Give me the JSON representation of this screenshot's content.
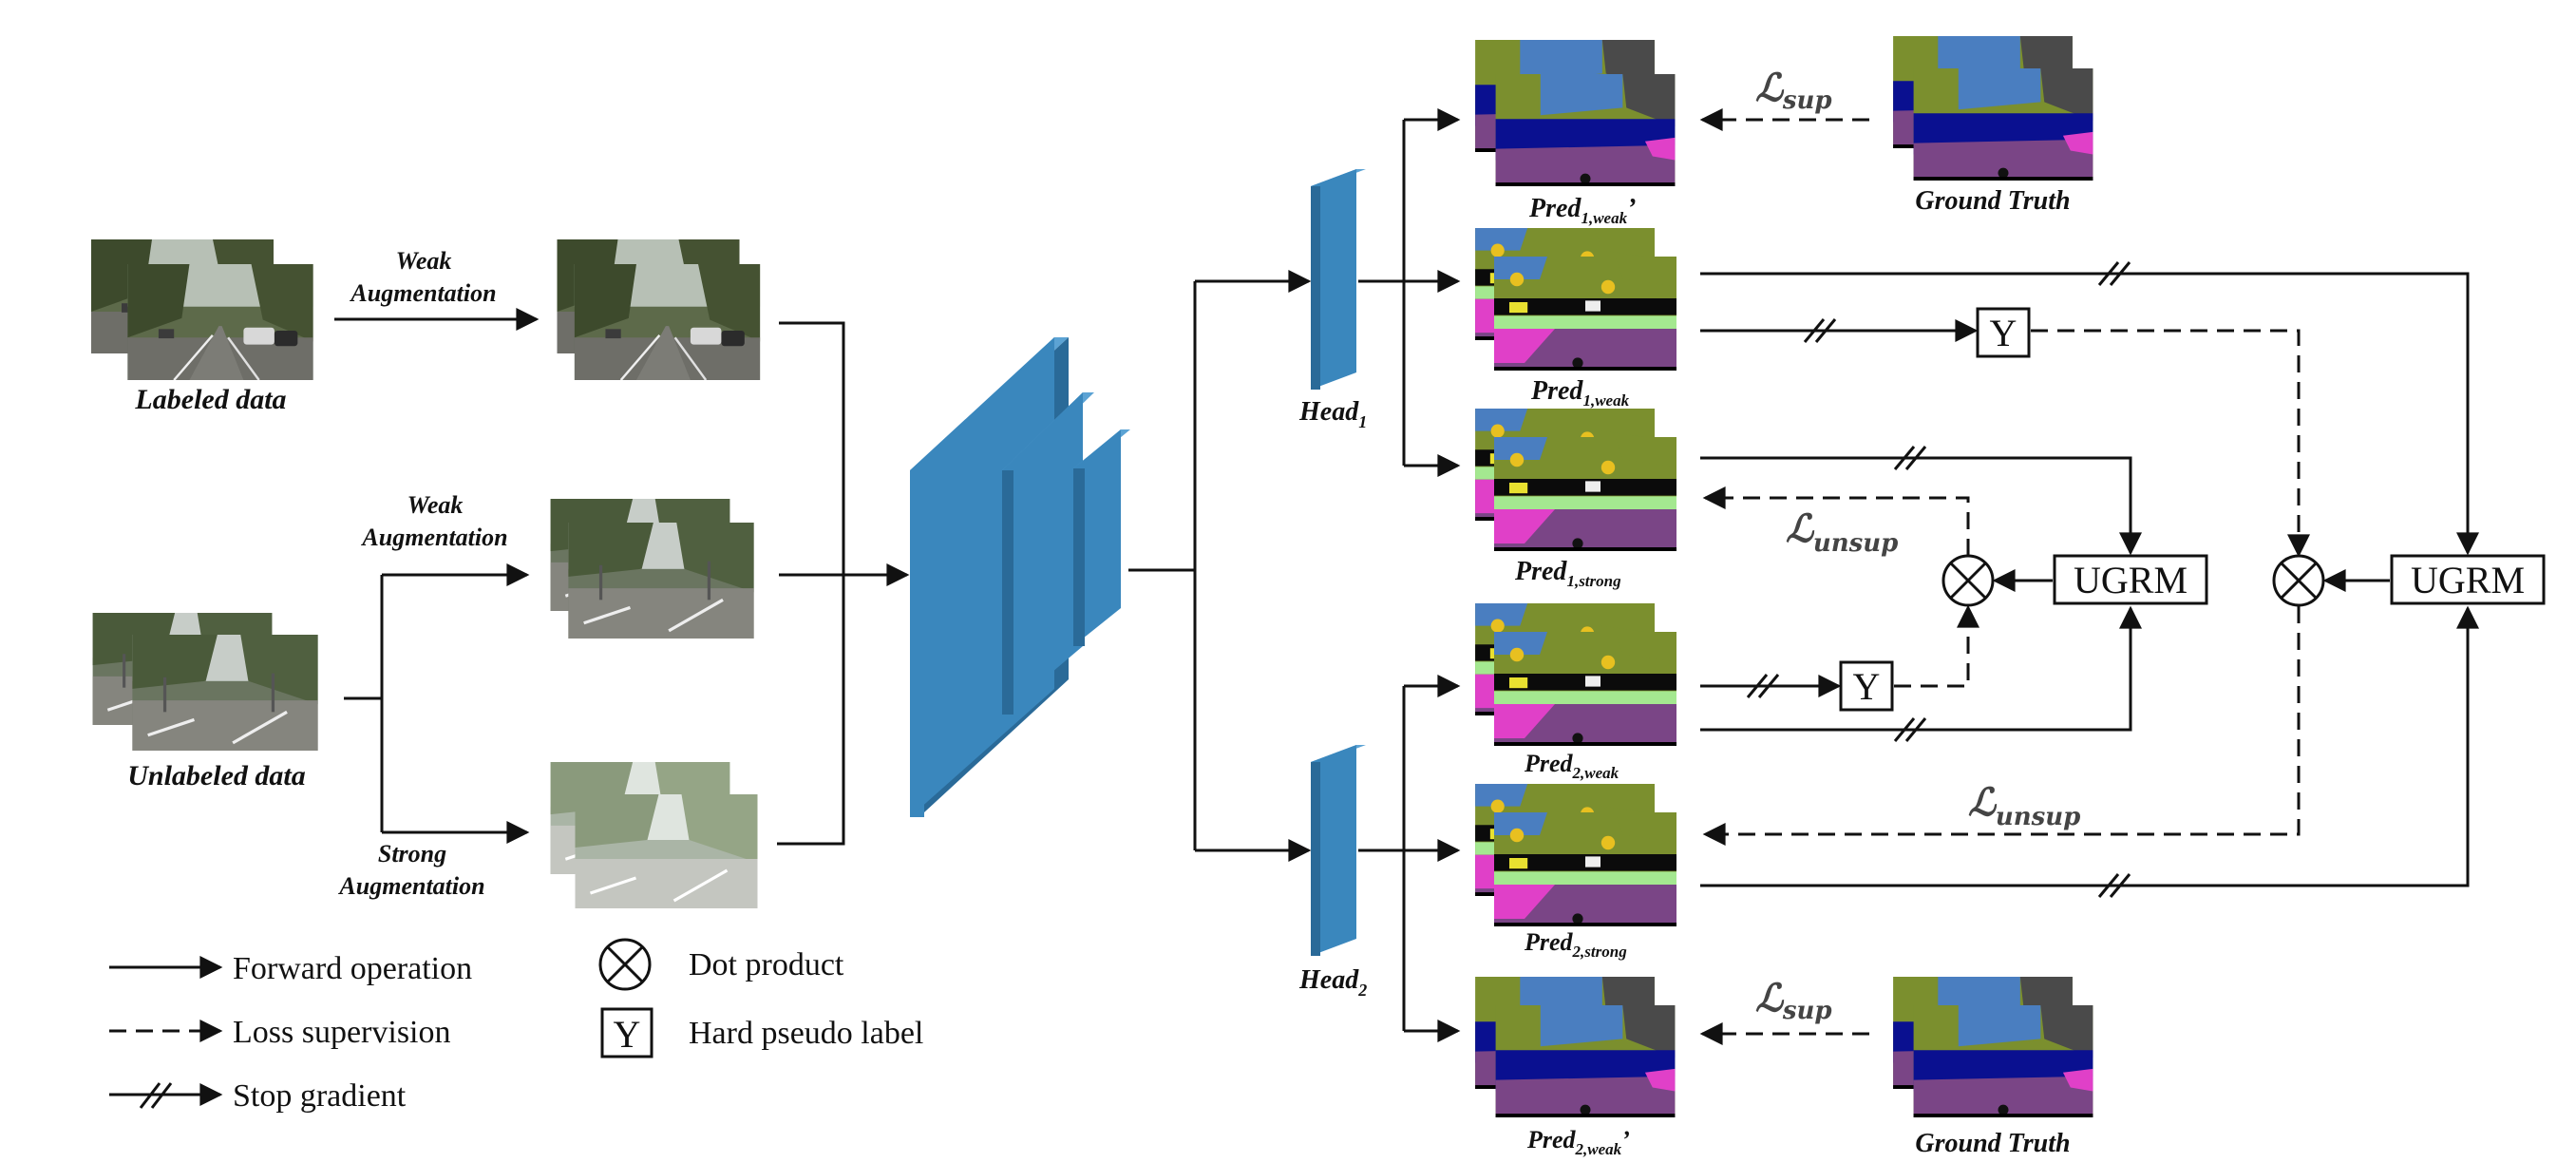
{
  "inputs": {
    "labeled": "Labeled data",
    "unlabeled": "Unlabeled data"
  },
  "augment": {
    "weak_1": [
      "Weak",
      "Augmentation"
    ],
    "weak_2": [
      "Weak",
      "Augmentation"
    ],
    "strong": [
      "Strong",
      "Augmentation"
    ]
  },
  "heads": {
    "h1": {
      "base": "Head",
      "sub": "1"
    },
    "h2": {
      "base": "Head",
      "sub": "2"
    }
  },
  "preds": {
    "p1_weak_prime": {
      "base": "Pred",
      "sub": "1,weak",
      "suffix": "’"
    },
    "p1_weak": {
      "base": "Pred",
      "sub": "1,weak",
      "suffix": ""
    },
    "p1_strong": {
      "base": "Pred",
      "sub": "1,strong",
      "suffix": ""
    },
    "p2_weak": {
      "base": "Pred",
      "sub": "2,weak",
      "suffix": ""
    },
    "p2_strong": {
      "base": "Pred",
      "sub": "2,strong",
      "suffix": ""
    },
    "p2_weak_prime": {
      "base": "Pred",
      "sub": "2,weak",
      "suffix": "’"
    }
  },
  "ground_truth": "Ground Truth",
  "losses": {
    "sup": {
      "base": "ℒ",
      "sub": "sup"
    },
    "unsup": {
      "base": "ℒ",
      "sub": "unsup"
    }
  },
  "modules": {
    "ugrm": "UGRM",
    "pseudo": "Y"
  },
  "legend": [
    {
      "kind": "forward",
      "label": "Forward operation"
    },
    {
      "kind": "loss",
      "label": "Loss supervision"
    },
    {
      "kind": "stop",
      "label": "Stop gradient"
    },
    {
      "kind": "dot",
      "label": "Dot product"
    },
    {
      "kind": "pseudo",
      "label": "Hard pseudo label"
    }
  ],
  "colors": {
    "network": "#3a87bd",
    "network_side": "#2a6a98",
    "network_top": "#5ca3d4",
    "seg_road": "#7a4586",
    "seg_veg": "#7b8f2e",
    "seg_sky": "#4a7ec0",
    "seg_car": "#0a1090",
    "seg_sidewalk": "#e040c8",
    "seg_building": "#4a4a4a"
  }
}
